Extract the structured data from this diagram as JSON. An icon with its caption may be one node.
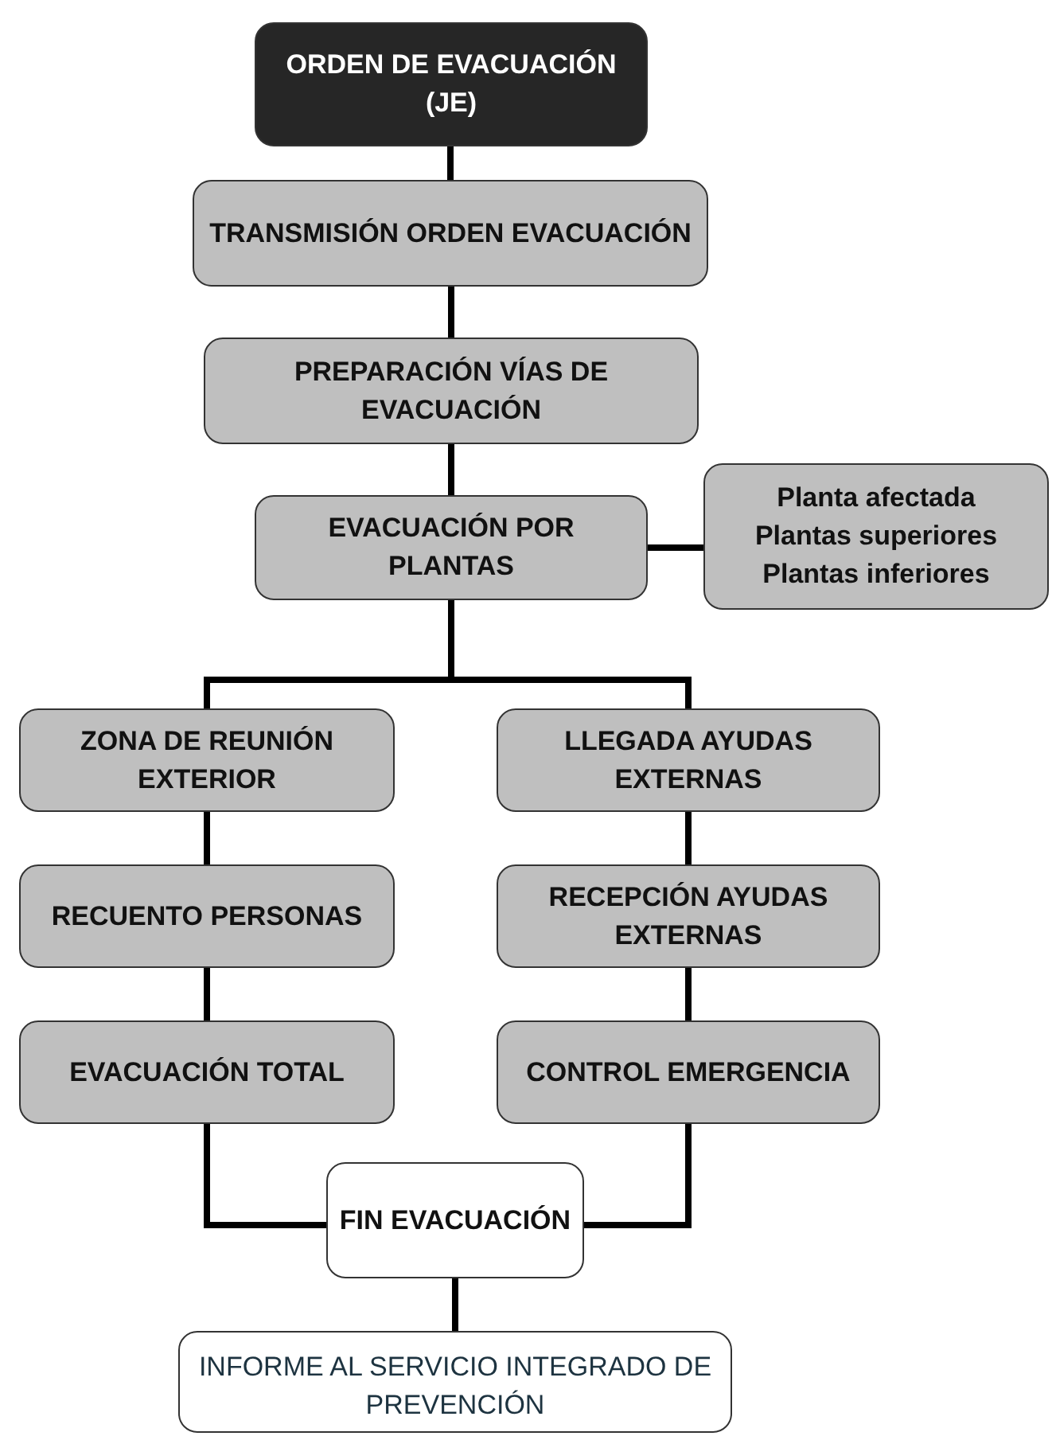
{
  "diagram": {
    "nodes": [
      {
        "text": [
          "ORDEN DE EVACUACIÓN (JE)"
        ]
      },
      {
        "text": [
          "TRANSMISIÓN ORDEN EVACUACIÓN"
        ]
      },
      {
        "text": [
          "PREPARACIÓN VÍAS DE EVACUACIÓN"
        ]
      },
      {
        "text": [
          "EVACUACIÓN POR PLANTAS"
        ]
      },
      {
        "text": [
          "Planta afectada",
          "Plantas superiores",
          "Plantas inferiores"
        ]
      },
      {
        "text": [
          "ZONA DE REUNIÓN EXTERIOR"
        ]
      },
      {
        "text": [
          "LLEGADA AYUDAS EXTERNAS"
        ]
      },
      {
        "text": [
          "RECUENTO PERSONAS"
        ]
      },
      {
        "text": [
          "RECEPCIÓN AYUDAS EXTERNAS"
        ]
      },
      {
        "text": [
          "EVACUACIÓN TOTAL"
        ]
      },
      {
        "text": [
          "CONTROL EMERGENCIA"
        ]
      },
      {
        "text": [
          "FIN EVACUACIÓN"
        ]
      },
      {
        "text": [
          "INFORME AL SERVICIO INTEGRADO DE PREVENCIÓN"
        ]
      }
    ],
    "edges": [
      {
        "from": 0,
        "to": 1,
        "arrow": "none"
      },
      {
        "from": 1,
        "to": 2,
        "arrow": "none"
      },
      {
        "from": 2,
        "to": 3,
        "arrow": "none"
      },
      {
        "from": 3,
        "to": 4,
        "arrow": "none"
      },
      {
        "from": 3,
        "to": 5,
        "arrow": "none"
      },
      {
        "from": 3,
        "to": 6,
        "arrow": "none"
      },
      {
        "from": 5,
        "to": 7,
        "arrow": "none"
      },
      {
        "from": 7,
        "to": 9,
        "arrow": "none"
      },
      {
        "from": 6,
        "to": 8,
        "arrow": "none"
      },
      {
        "from": 8,
        "to": 10,
        "arrow": "none"
      },
      {
        "from": 9,
        "to": 11,
        "arrow": "none"
      },
      {
        "from": 10,
        "to": 11,
        "arrow": "none"
      },
      {
        "from": 11,
        "to": 12,
        "arrow": "none"
      }
    ]
  }
}
